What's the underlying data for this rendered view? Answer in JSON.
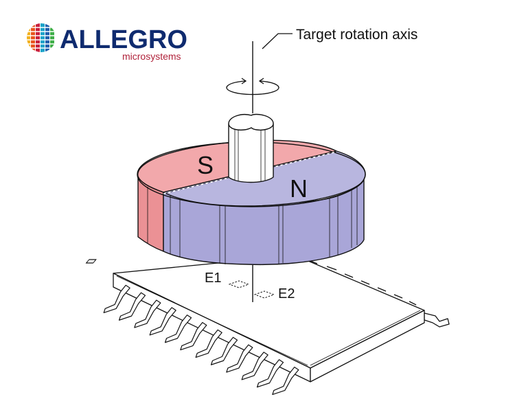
{
  "logo": {
    "name": "ALLEGRO",
    "tagline": "microsystems",
    "brand_color": "#0f2b6f",
    "tagline_color": "#b0223a"
  },
  "diagram": {
    "axis_label": "Target rotation axis",
    "pole_south": "S",
    "pole_north": "N",
    "element_1": "E1",
    "element_2": "E2",
    "colors": {
      "south_top": "#f2a8ab",
      "south_side": "#eb9195",
      "north_top": "#b8b6df",
      "north_side": "#a9a6d8",
      "outline": "#111111"
    }
  }
}
